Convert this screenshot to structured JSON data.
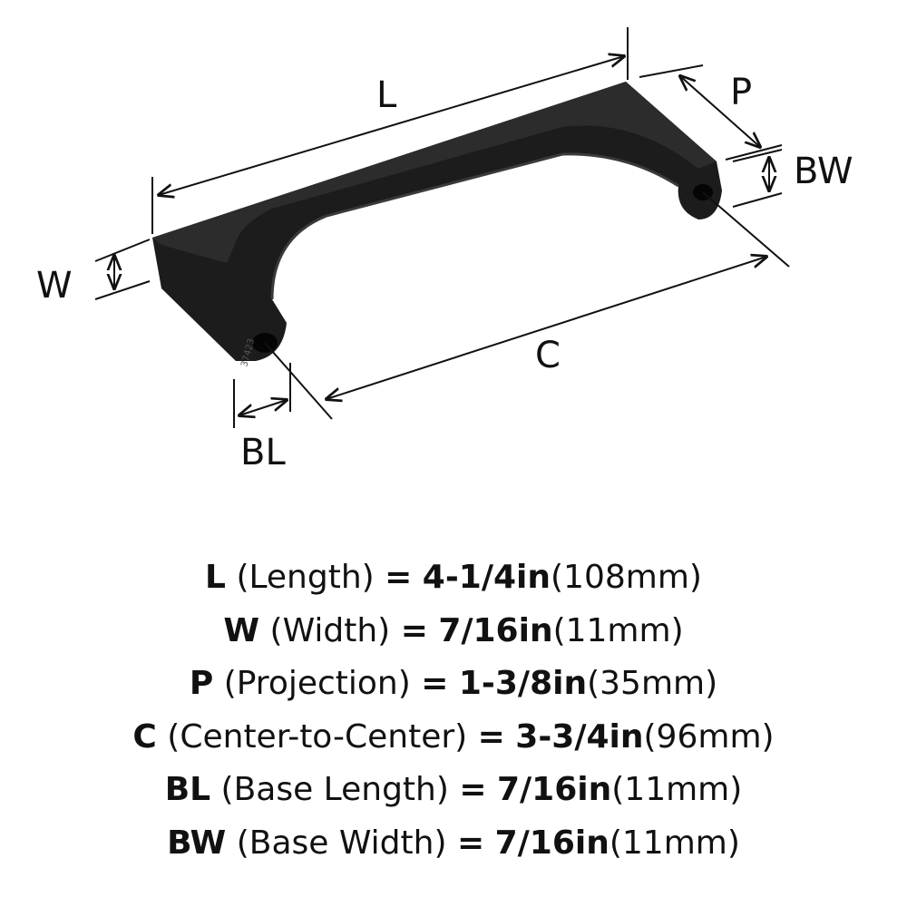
{
  "labels": {
    "L": "L",
    "P": "P",
    "BW": "BW",
    "W": "W",
    "C": "C",
    "BL": "BL"
  },
  "part_marking": "37423",
  "specs": [
    {
      "key": "L",
      "name": "(Length)",
      "eq": "=",
      "imperial": "4-1/4in",
      "metric": "(108mm)"
    },
    {
      "key": "W",
      "name": "(Width)",
      "eq": "=",
      "imperial": "7/16in",
      "metric": "(11mm)"
    },
    {
      "key": "P",
      "name": "(Projection)",
      "eq": "=",
      "imperial": "1-3/8in",
      "metric": "(35mm)"
    },
    {
      "key": "C",
      "name": "(Center-to-Center)",
      "eq": "=",
      "imperial": "3-3/4in",
      "metric": "(96mm)"
    },
    {
      "key": "BL",
      "name": "(Base Length)",
      "eq": "=",
      "imperial": "7/16in",
      "metric": "(11mm)"
    },
    {
      "key": "BW",
      "name": "(Base Width)",
      "eq": "=",
      "imperial": "7/16in",
      "metric": "(11mm)"
    }
  ],
  "colors": {
    "handle": "#1c1c1c",
    "handle_top": "#2e2e2e",
    "line": "#111111"
  }
}
